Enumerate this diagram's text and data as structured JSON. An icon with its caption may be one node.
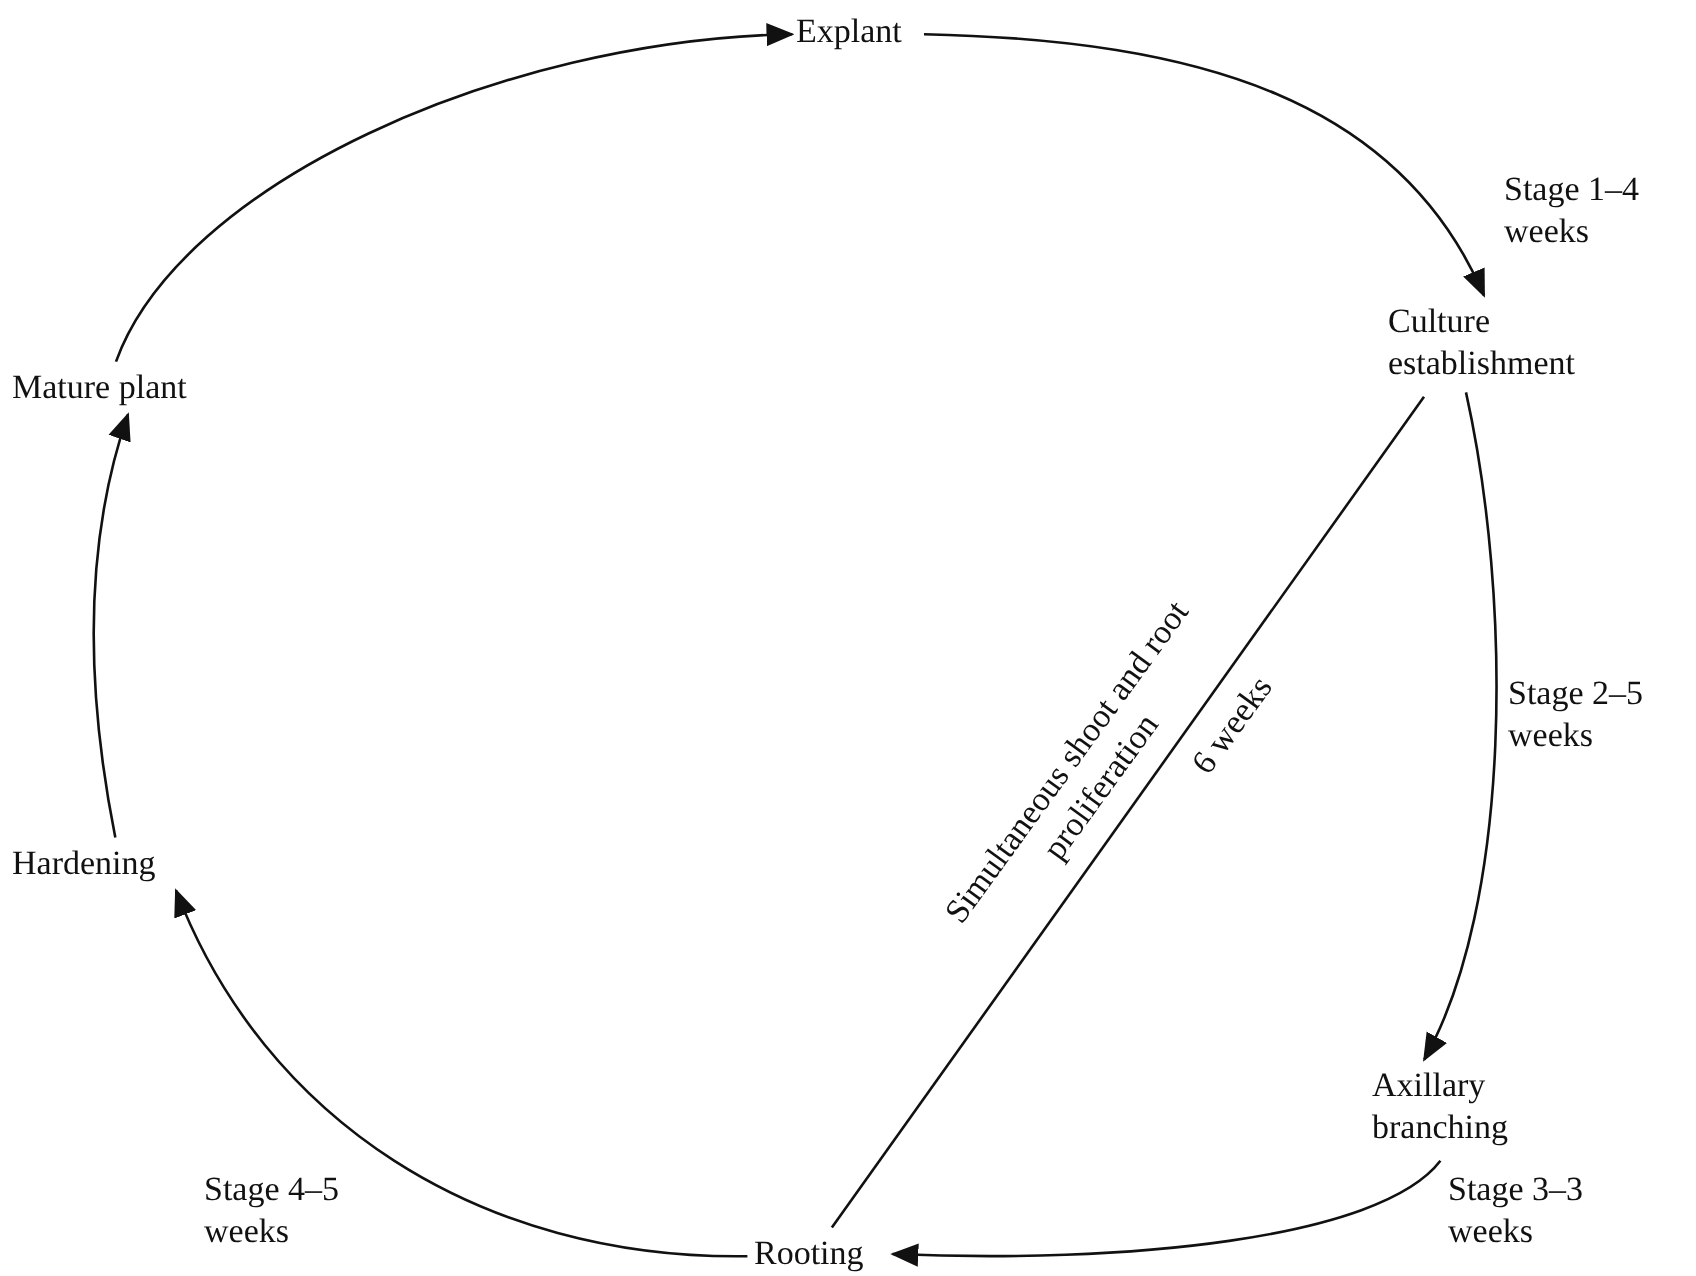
{
  "diagram": {
    "nodes": [
      {
        "text": [
          "Explant"
        ]
      },
      {
        "text": [
          "Culture establishment"
        ]
      },
      {
        "text": [
          "Axillary branching"
        ]
      },
      {
        "text": [
          "Rooting"
        ]
      },
      {
        "text": [
          "Hardening"
        ]
      },
      {
        "text": [
          "Mature plant"
        ]
      }
    ],
    "edges": [
      {
        "from": 0,
        "to": 1,
        "arrow": "to",
        "label": "Stage 1–4 weeks"
      },
      {
        "from": 1,
        "to": 2,
        "arrow": "to",
        "label": "Stage 2–5 weeks"
      },
      {
        "from": 2,
        "to": 3,
        "arrow": "to",
        "label": "Stage 3–3 weeks"
      },
      {
        "from": 3,
        "to": 4,
        "arrow": "to",
        "label": "Stage 4–5 weeks"
      },
      {
        "from": 4,
        "to": 5,
        "arrow": "to"
      },
      {
        "from": 5,
        "to": 0,
        "arrow": "to"
      },
      {
        "from": 1,
        "to": 3,
        "arrow": "none",
        "label": "Simultaneous shoot and root proliferation"
      }
    ],
    "labels": [
      "6 weeks"
    ]
  }
}
